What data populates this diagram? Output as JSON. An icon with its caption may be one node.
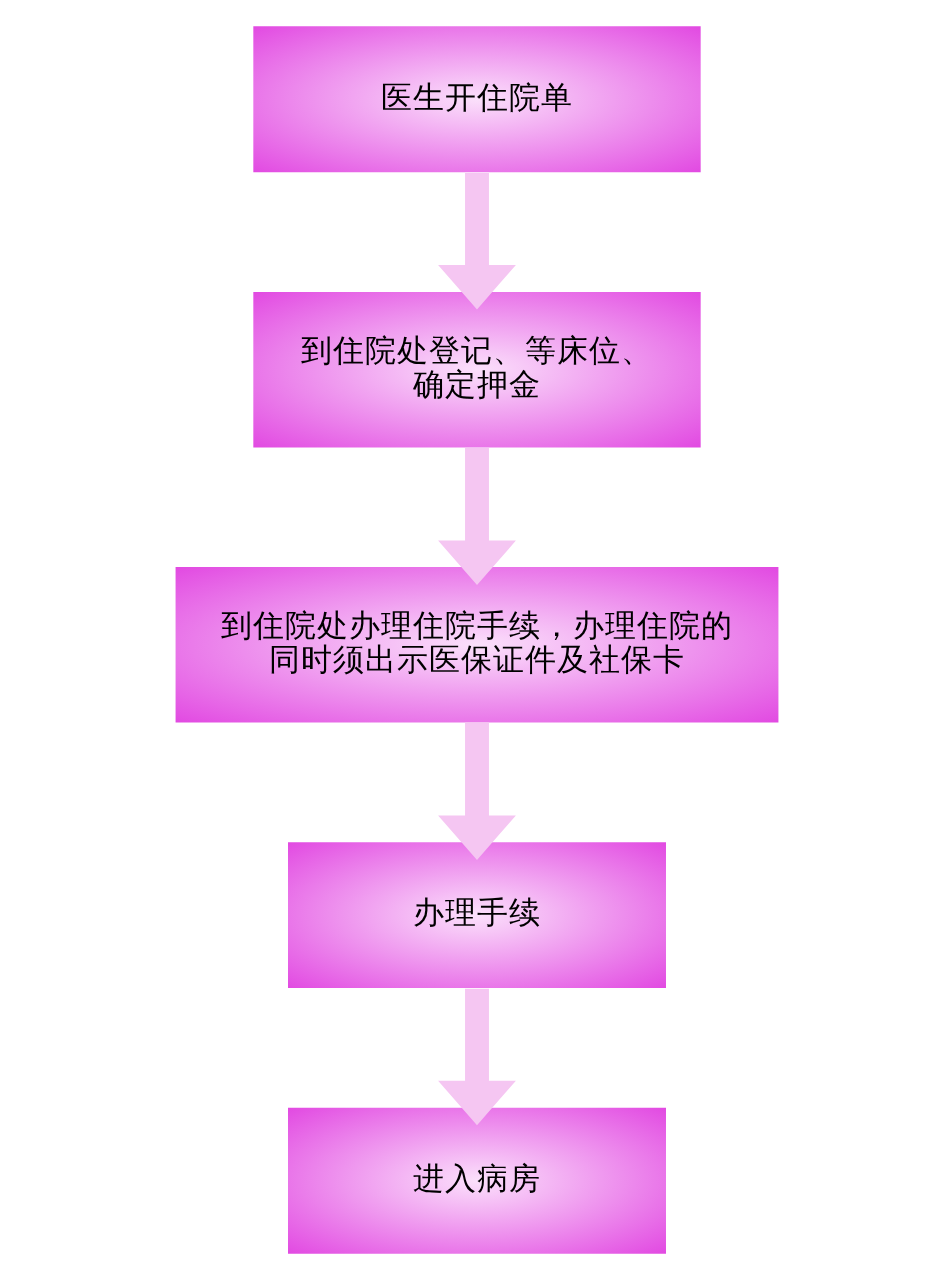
{
  "diagram": {
    "nodes": [
      {
        "text": [
          "医生开住院单"
        ]
      },
      {
        "text": [
          "到住院处登记、等床位、确定押金"
        ]
      },
      {
        "text": [
          "到住院处办理住院手续，办理住院的同时须出示医保证件及社保卡"
        ]
      },
      {
        "text": [
          "办理手续"
        ]
      },
      {
        "text": [
          "进入病房"
        ]
      }
    ],
    "edges": [
      {
        "from": 0,
        "to": 1,
        "arrow": "to"
      },
      {
        "from": 1,
        "to": 2,
        "arrow": "to"
      },
      {
        "from": 2,
        "to": 3,
        "arrow": "to"
      },
      {
        "from": 3,
        "to": 4,
        "arrow": "to"
      }
    ]
  }
}
